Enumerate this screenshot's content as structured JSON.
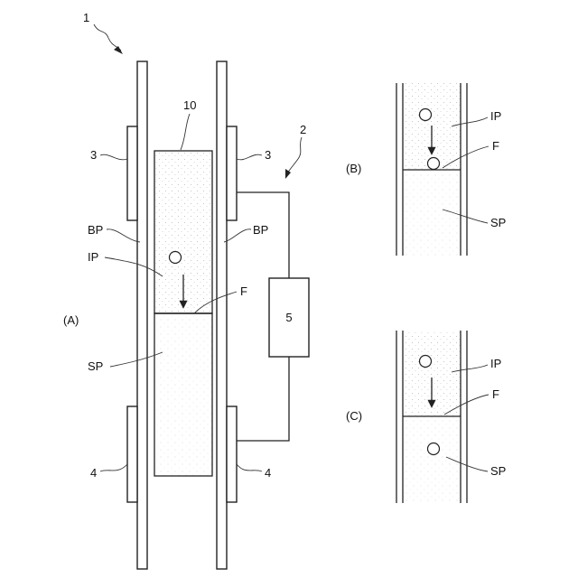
{
  "labels": {
    "device": "1",
    "circuit": "2",
    "upper_electrode_left": "3",
    "upper_electrode_right": "3",
    "lower_electrode_left": "4",
    "lower_electrode_right": "4",
    "power_supply": "5",
    "sample": "10",
    "bp_left": "BP",
    "bp_right": "BP",
    "ip_a": "IP",
    "f_a": "F",
    "sp_a": "SP",
    "panel_a": "(A)",
    "panel_b": "(B)",
    "panel_c": "(C)",
    "ip_b": "IP",
    "f_b": "F",
    "sp_b": "SP",
    "ip_c": "IP",
    "f_c": "F",
    "sp_c": "SP"
  },
  "colors": {
    "line": "#222222",
    "stipple": "#b8b8b8"
  }
}
